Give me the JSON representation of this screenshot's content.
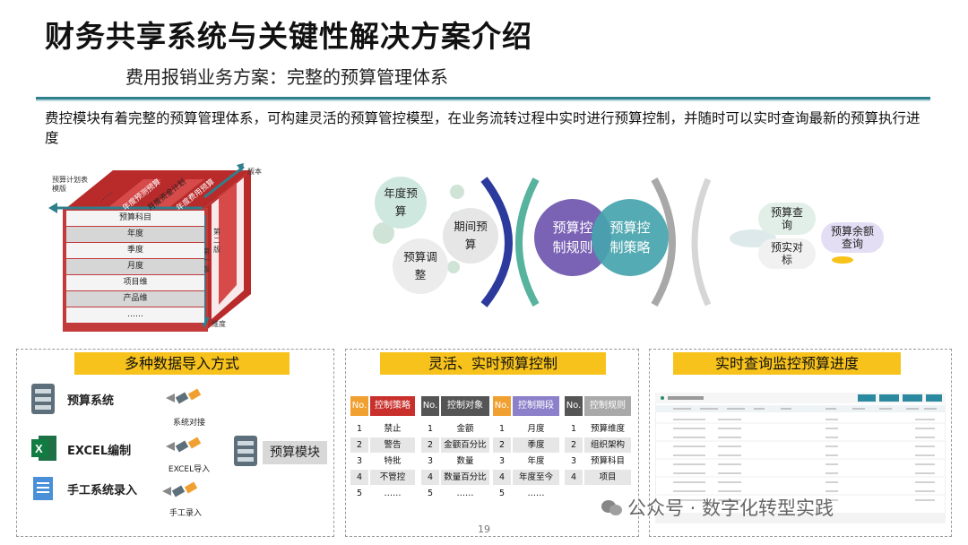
{
  "header": {
    "title": "财务共享系统与关键性解决方案介绍",
    "subtitle": "费用报销业务方案：完整的预算管理体系",
    "description": "费控模块有着完整的预算管理体系，可构建灵活的预算管控模型，在业务流转过程中实时进行预算控制，并随时可以实时查询最新的预算执行进度"
  },
  "cube": {
    "plan_label": "预算计划表模版",
    "version_label": "版本",
    "dimension_label": "维度",
    "rows": [
      "预算科目",
      "年度",
      "季度",
      "月度",
      "项目维",
      "产品维",
      "……"
    ],
    "top_strips": [
      "年度预测预算",
      "月度资金计划",
      "年度费用预算"
    ],
    "top_dots": "……",
    "side_labels": [
      "第一版",
      "第二版"
    ]
  },
  "circles": {
    "annual_budget": "年度预算",
    "period_budget": "期间预算",
    "budget_adjust": "预算调整",
    "control_rules": "预算控制规则",
    "control_strategy": "预算控制策略",
    "budget_query": "预算查询",
    "realtime_compare": "预实对标",
    "balance_query": "预算余额查询"
  },
  "import_section": {
    "header": "多种数据导入方式",
    "items": [
      {
        "label": "预算系统",
        "action": "系统对接"
      },
      {
        "label": "EXCEL编制",
        "action": "EXCEL导入"
      },
      {
        "label": "手工系统录入",
        "action": "手工录入"
      }
    ],
    "target": "预算模块"
  },
  "control_section": {
    "header": "灵活、实时预算控制",
    "no_label": "No.",
    "columns": [
      {
        "title": "控制策略",
        "values": [
          "禁止",
          "警告",
          "特批",
          "不管控",
          "……"
        ]
      },
      {
        "title": "控制对象",
        "values": [
          "金额",
          "金额百分比",
          "数量",
          "数量百分比",
          "……"
        ]
      },
      {
        "title": "控制期段",
        "values": [
          "月度",
          "季度",
          "年度",
          "年度至今",
          "……"
        ]
      },
      {
        "title": "控制规则",
        "values": [
          "预算维度",
          "组织架构",
          "预算科目",
          "项目",
          ""
        ]
      }
    ],
    "numbers": [
      "1",
      "2",
      "3",
      "4",
      "5"
    ]
  },
  "query_section": {
    "header": "实时查询监控预算进度"
  },
  "footer": {
    "page": "19",
    "watermark": "公众号 · 数字化转型实践"
  },
  "colors": {
    "accent": "#2f7f8c",
    "yellow": "#f7c21b",
    "red": "#c9302c",
    "orange": "#f0a030",
    "darkgray": "#555555",
    "purple": "#8b80c9"
  }
}
